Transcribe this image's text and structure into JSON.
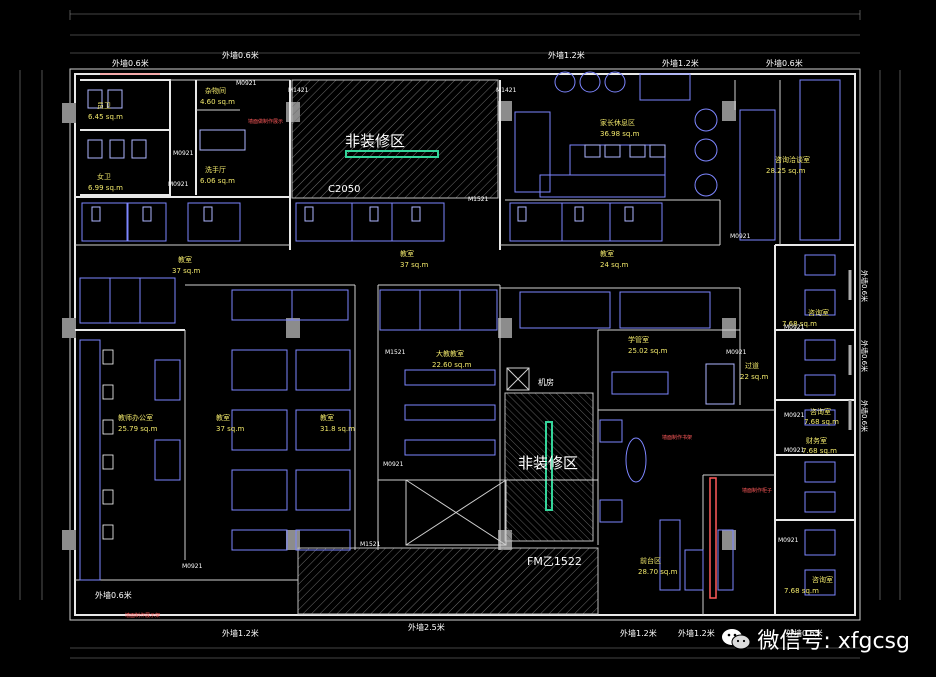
{
  "title_zone_top": "非装修区",
  "title_zone_center": "非装修区",
  "door_c2050": "C2050",
  "door_fm": "FM乙1522",
  "door_tags": [
    "M0921",
    "M1421",
    "M1421",
    "M1521",
    "M0921",
    "M0921",
    "M0921",
    "M1521",
    "M0921",
    "M0921",
    "M0921",
    "M0921",
    "M0921",
    "M1521",
    "M0921",
    "M0921"
  ],
  "top_labels": [
    "外墙0.6米",
    "外墙0.6米",
    "外墙1.2米",
    "外墙1.2米",
    "外墙0.6米"
  ],
  "bottom_labels": [
    "外墙0.6米",
    "外墙1.2米",
    "外墙2.5米",
    "外墙1.2米",
    "外墙1.2米",
    "外墙0.6米"
  ],
  "right_labels": [
    "外墙0.6米",
    "外墙0.6米",
    "外墙0.6米"
  ],
  "rooms": {
    "staff_wc": {
      "name": "员卫",
      "area": "6.45 sq.m"
    },
    "female_wc": {
      "name": "女卫",
      "area": "6.99 sq.m"
    },
    "storage": {
      "name": "杂物间",
      "area": "4.60 sq.m"
    },
    "washroom": {
      "name": "洗手厅",
      "area": "6.06 sq.m"
    },
    "parent_rest": {
      "name": "家长休息区",
      "area": "36.98 sq.m"
    },
    "consult_main": {
      "name": "咨询洽谈室",
      "area": "28.25 sq.m"
    },
    "class_1": {
      "name": "教室",
      "area": "37 sq.m"
    },
    "class_2": {
      "name": "教室",
      "area": "37 sq.m"
    },
    "class_3": {
      "name": "教室",
      "area": "24 sq.m"
    },
    "class_4": {
      "name": "教室",
      "area": "37 sq.m"
    },
    "class_5": {
      "name": "教室",
      "area": "31.8 sq.m"
    },
    "teacher_office": {
      "name": "教师办公室",
      "area": "25.79 sq.m"
    },
    "big_class": {
      "name": "大教教室",
      "area": "22.60 sq.m"
    },
    "learning_room": {
      "name": "学管室",
      "area": "25.02 sq.m"
    },
    "corridor": {
      "name": "过道",
      "area": "22 sq.m"
    },
    "consult_1": {
      "name": "咨询室",
      "area": "7.68 sq.m"
    },
    "consult_2": {
      "name": "咨询室",
      "area": "7.68 sq.m"
    },
    "finance": {
      "name": "财务室",
      "area": "7.68 sq.m"
    },
    "consult_3": {
      "name": "咨询室",
      "area": "7.68 sq.m"
    },
    "front_desk": {
      "name": "前台区",
      "area": "28.70 sq.m"
    },
    "machine_room": {
      "name": "机房"
    }
  },
  "notes": {
    "storage_note": "墙面做制作展示",
    "cabinet_note": "墙面制作书架",
    "wall_cabinet_note": "墙面制作柜子",
    "bottom_note": "墙面制作展示架"
  },
  "watermark": "微信号: xfgcsg",
  "colors": {
    "background": "#000000",
    "wall": "#e8e8e8",
    "furniture": "#7d86ff",
    "text": "#f1e86b",
    "door_tag": "#ffffff",
    "note": "#ff5a5a"
  }
}
